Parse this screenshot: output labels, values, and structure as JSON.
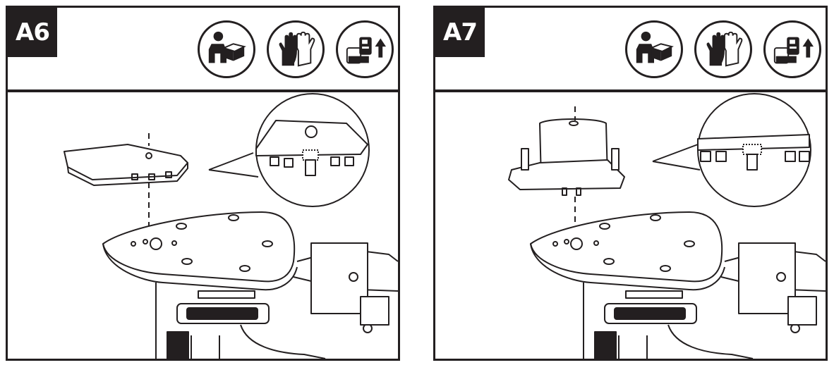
{
  "panels": [
    {
      "id": "A6",
      "label": "A6",
      "icons": [
        "read-manual-icon",
        "wear-gloves-icon",
        "remove-battery-icon"
      ]
    },
    {
      "id": "A7",
      "label": "A7",
      "icons": [
        "read-manual-icon",
        "wear-gloves-icon",
        "remove-battery-icon"
      ]
    }
  ],
  "colors": {
    "ink": "#231f20",
    "paper": "#ffffff"
  }
}
